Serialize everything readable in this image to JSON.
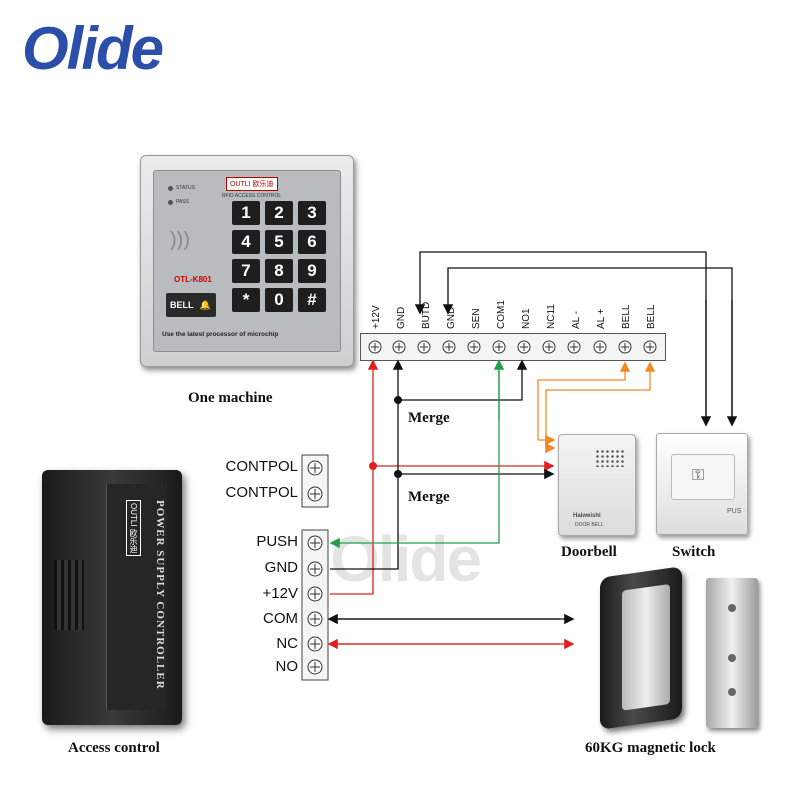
{
  "brand": {
    "logo_text": "Olide",
    "watermark_text": "Olide"
  },
  "keypad": {
    "model": "OTL-K801",
    "brand_label": "OUTLI 欧乐迪",
    "subtitle": "RFID ACCESS CONTROL",
    "status_labels": [
      "STATUS",
      "PASS"
    ],
    "keys": [
      "1",
      "2",
      "3",
      "4",
      "5",
      "6",
      "7",
      "8",
      "9",
      "*",
      "0",
      "#"
    ],
    "bell_label": "BELL",
    "footer": "Use the latest processor of microchip",
    "caption": "One machine"
  },
  "terminal_strip": {
    "labels": [
      "+12V",
      "GND",
      "BUTD",
      "GND",
      "SEN",
      "COM1",
      "NO1",
      "NC11",
      "AL -",
      "AL +",
      "BELL",
      "BELL"
    ]
  },
  "merge_labels": [
    "Merge",
    "Merge"
  ],
  "power_supply": {
    "caption": "Access control",
    "title": "POWER SUPPLY CONTROLLER",
    "brand_label": "OUTLI 欧乐迪",
    "upper_terminals": [
      "CONTPOL",
      "CONTPOL"
    ],
    "lower_terminals": [
      "PUSH",
      "GND",
      "+12V",
      "COM",
      "NC",
      "NO"
    ]
  },
  "doorbell": {
    "caption": "Doorbell",
    "brand": "Haiweishi",
    "sub": "DOOR BELL"
  },
  "switch": {
    "caption": "Switch",
    "text": "PUS"
  },
  "lock": {
    "caption": "60KG magnetic lock"
  },
  "wire_colors": {
    "red": "#e02020",
    "green": "#22a04a",
    "orange": "#f08a24",
    "black": "#111111"
  }
}
